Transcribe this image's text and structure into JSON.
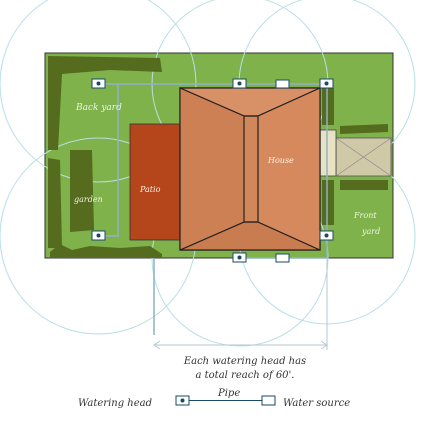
{
  "labels": {
    "back_yard": "Back yard",
    "house": "House",
    "patio": "Patio",
    "garden": "garden",
    "front_yard_line1": "Front",
    "front_yard_line2": "yard"
  },
  "note": {
    "line1": "Each watering head has",
    "line2": "a total reach of 60'."
  },
  "legend": {
    "watering_head": "Watering head",
    "pipe": "Pipe",
    "water_source": "Water source"
  },
  "colors": {
    "lawn": "#7fb24a",
    "hedge": "#556b1e",
    "patio": "#b5461c",
    "roof": "#d2875a",
    "reach_circle": "#b8dfe5",
    "pipe": "#7fa8c0"
  }
}
